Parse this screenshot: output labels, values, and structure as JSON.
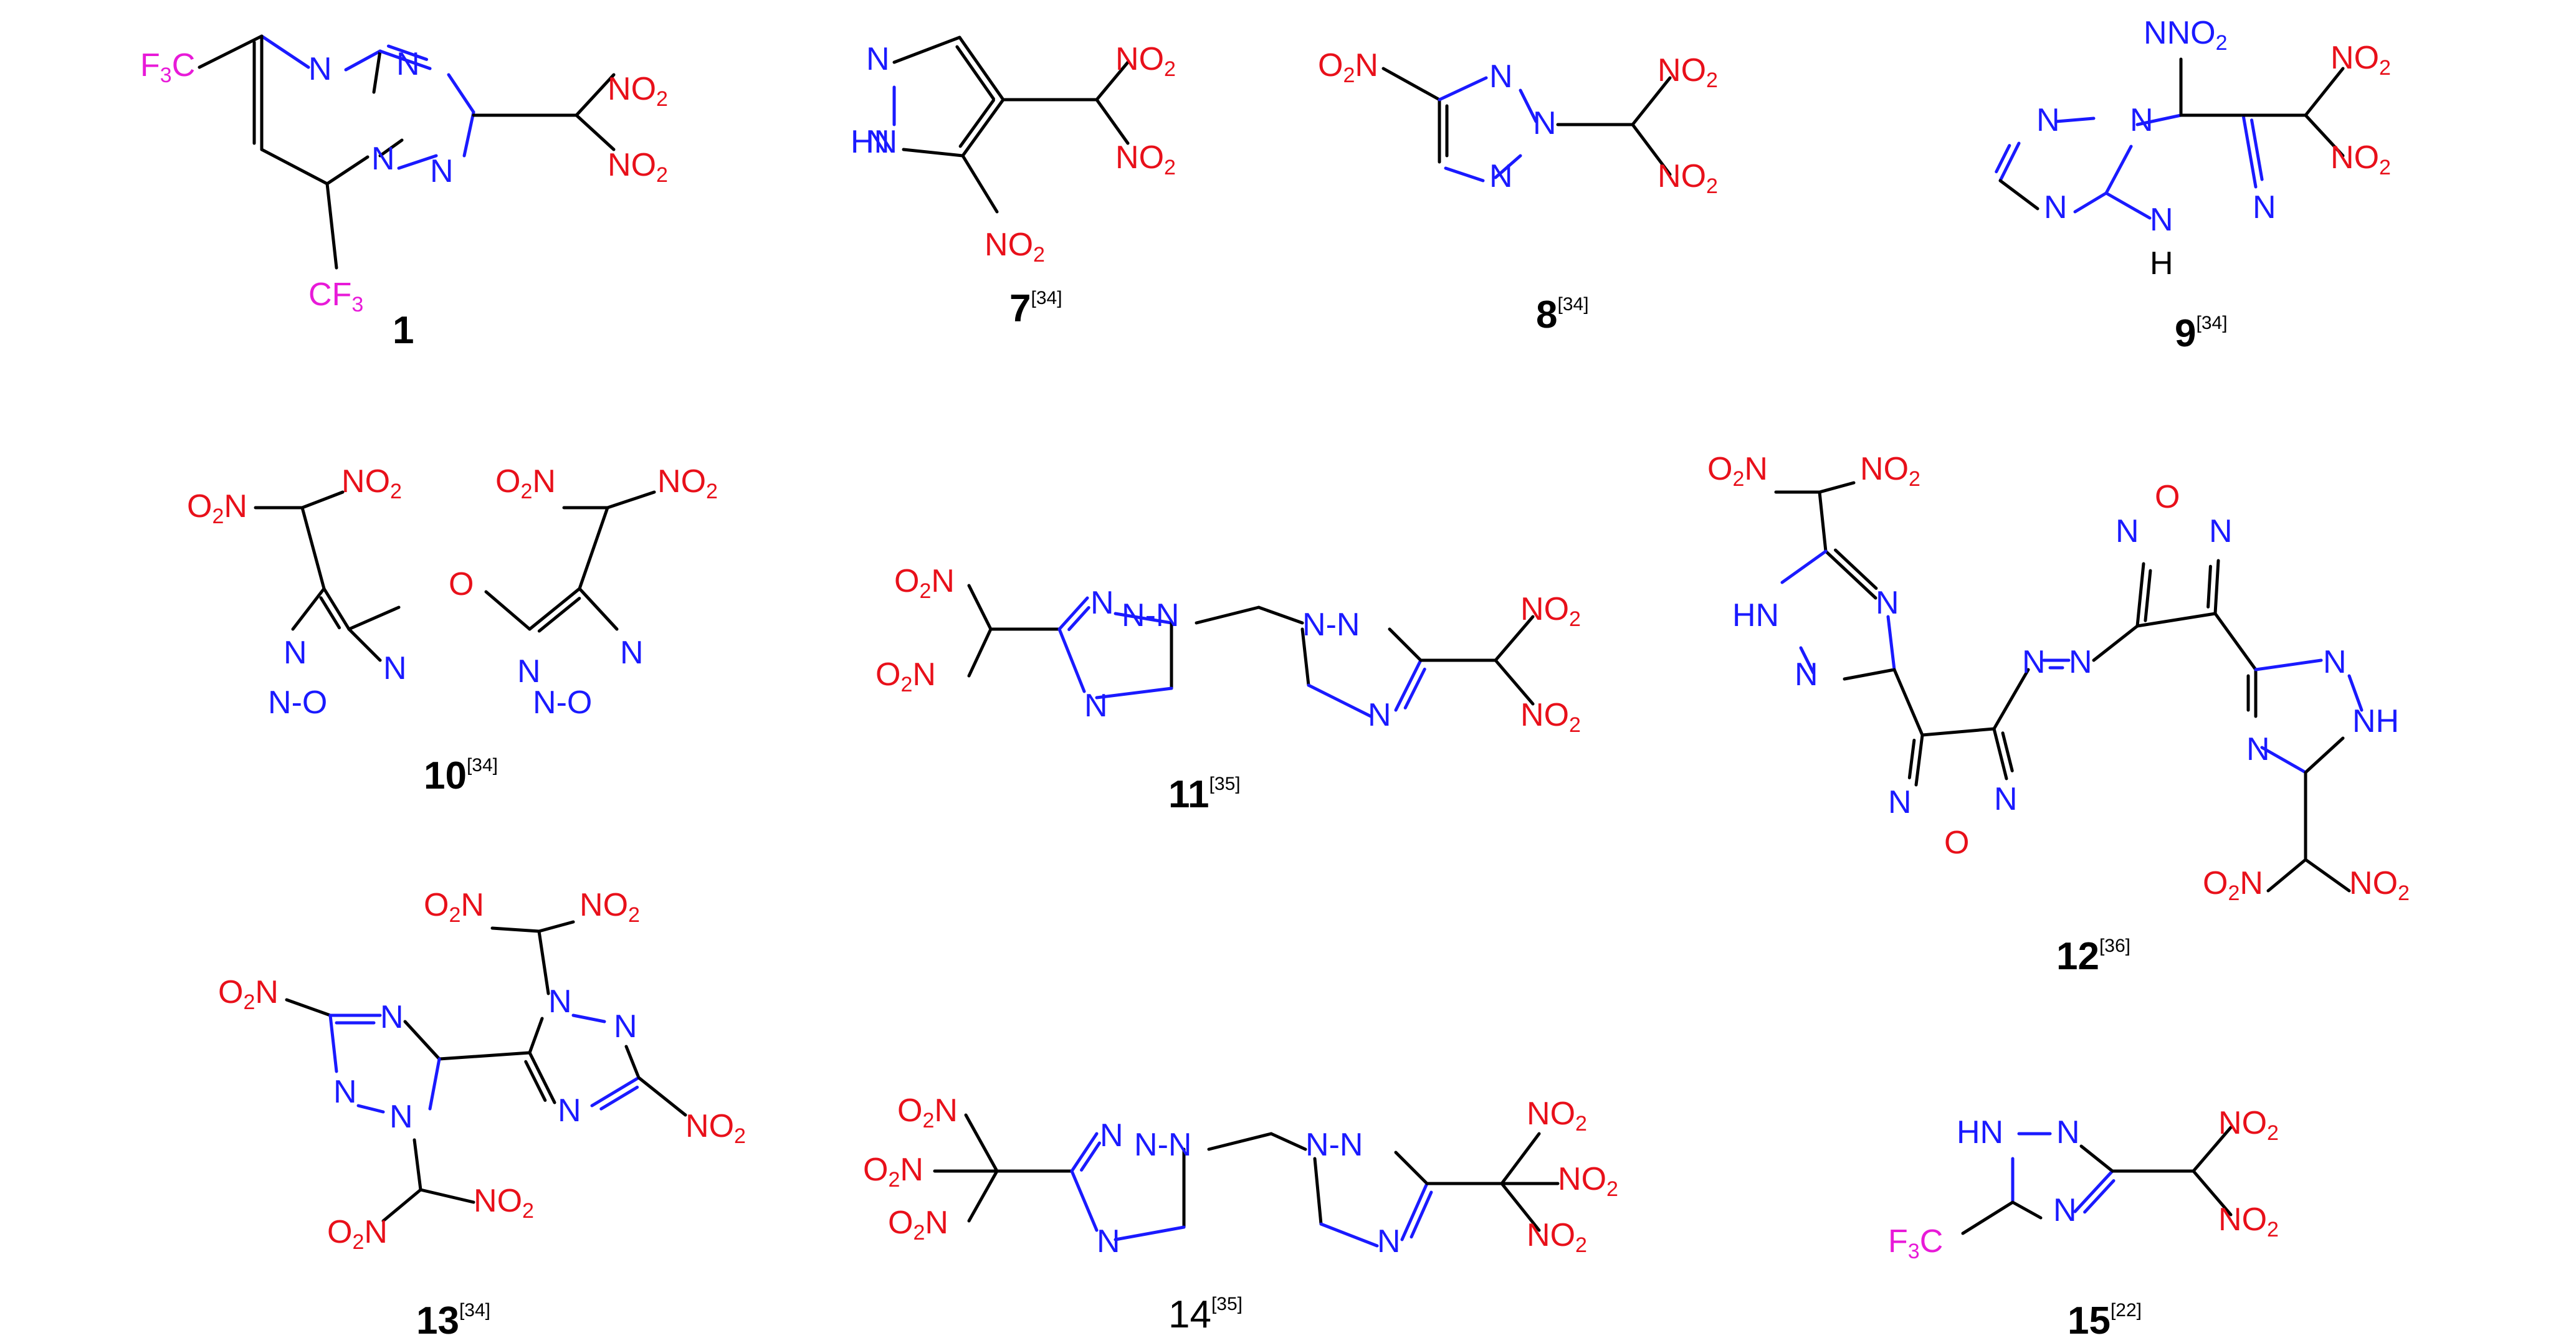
{
  "colors": {
    "nitrogen": "#1a1aff",
    "oxygen": "#e8101a",
    "fluorine": "#e81ad8",
    "carbon_bond": "#000000"
  },
  "compounds": [
    {
      "id": "c1",
      "number": "1",
      "ref": ""
    },
    {
      "id": "c7",
      "number": "7",
      "ref": "[34]"
    },
    {
      "id": "c8",
      "number": "8",
      "ref": "[34]"
    },
    {
      "id": "c9",
      "number": "9",
      "ref": "[34]"
    },
    {
      "id": "c10",
      "number": "10",
      "ref": "[34]"
    },
    {
      "id": "c11",
      "number": "11",
      "ref": "[35]"
    },
    {
      "id": "c12",
      "number": "12",
      "ref": "[36]"
    },
    {
      "id": "c13",
      "number": "13",
      "ref": "[34]"
    },
    {
      "id": "c14",
      "number": "14",
      "ref": "[35]"
    },
    {
      "id": "c15",
      "number": "15",
      "ref": "[22]"
    }
  ]
}
